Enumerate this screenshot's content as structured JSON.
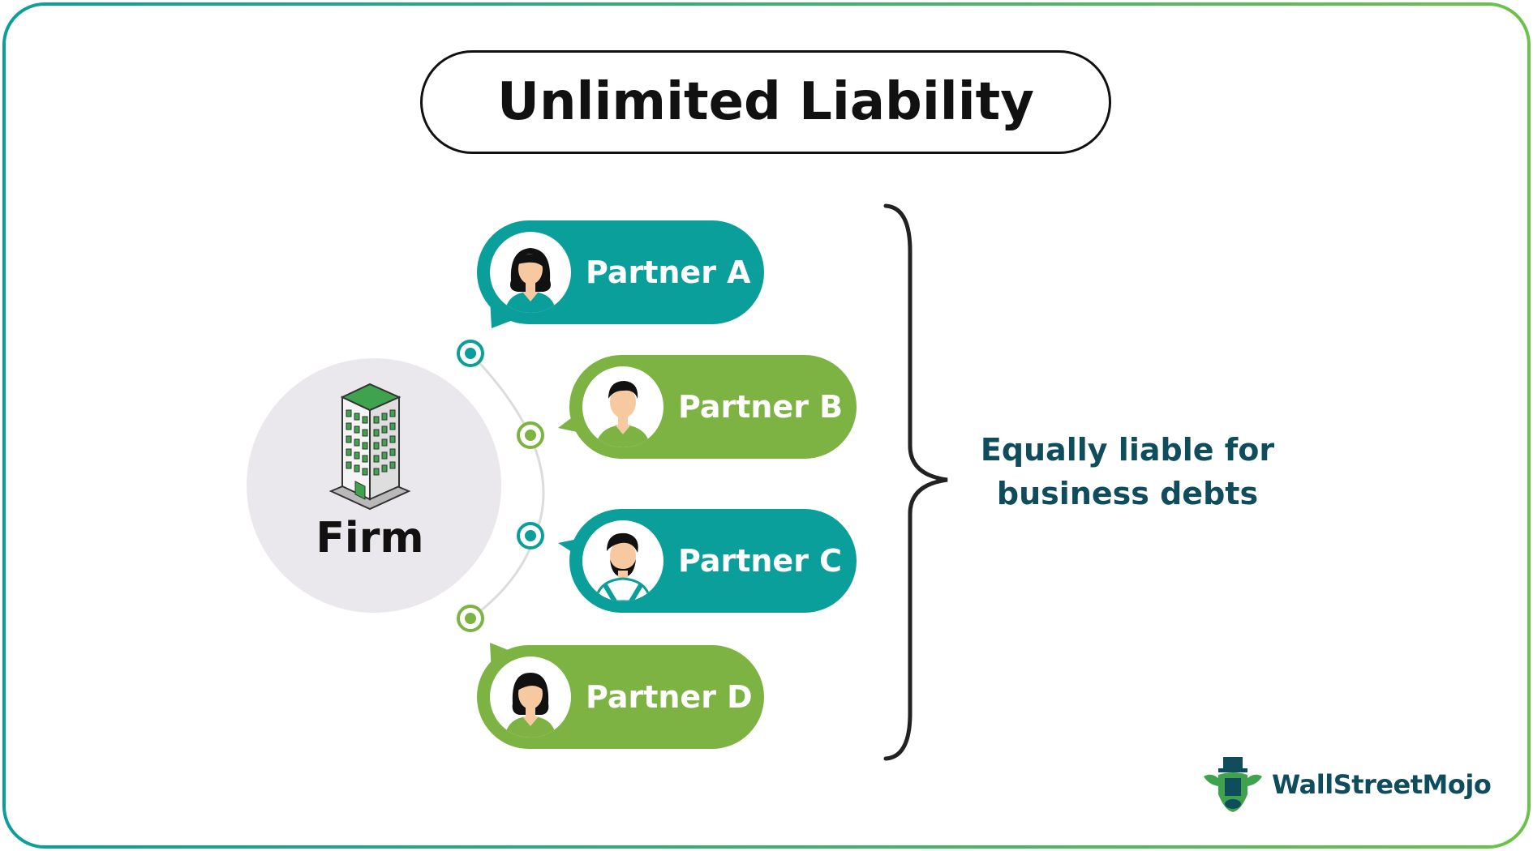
{
  "title": "Unlimited Liability",
  "firm": {
    "label": "Firm"
  },
  "partners": [
    {
      "label": "Partner A",
      "color": "#0a9f9a",
      "avatar": "woman-avatar-icon"
    },
    {
      "label": "Partner B",
      "color": "#7cb342",
      "avatar": "man-avatar-icon"
    },
    {
      "label": "Partner C",
      "color": "#0a9f9a",
      "avatar": "bearded-man-avatar-icon"
    },
    {
      "label": "Partner D",
      "color": "#7cb342",
      "avatar": "woman-avatar-icon"
    }
  ],
  "summary": {
    "line1": "Equally liable for",
    "line2": "business debts"
  },
  "logo": {
    "text": "WallStreetMojo",
    "icon": "bull-mascot-icon"
  },
  "colors": {
    "teal": "#0a9f9a",
    "green": "#7cb342",
    "dark_teal": "#0f4c5c",
    "firm_bg": "#eae8ec"
  }
}
